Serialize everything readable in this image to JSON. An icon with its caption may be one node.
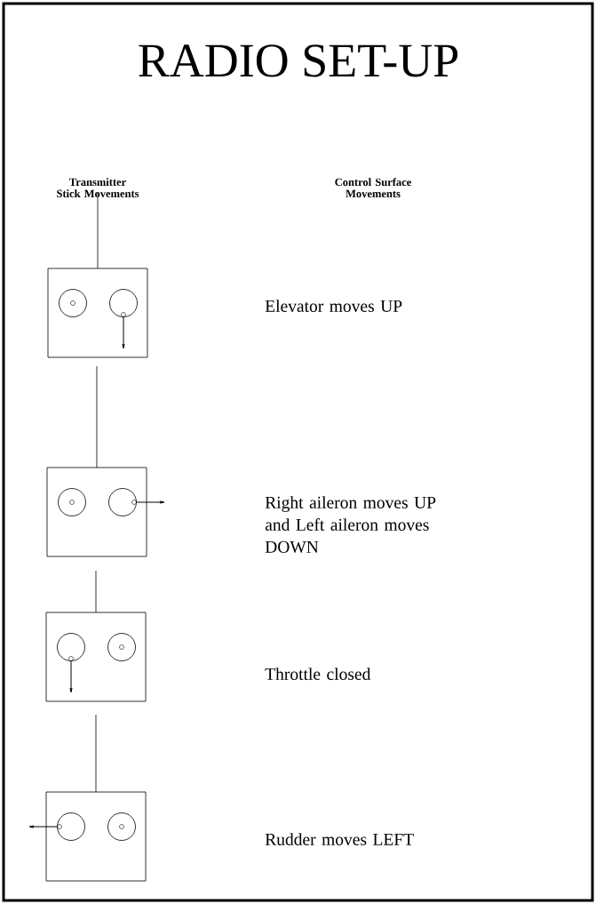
{
  "diagram": {
    "title": "RADIO SET-UP",
    "labels": [
      "Transmitter Stick Movements",
      "Control Surface Movements",
      "Elevator moves UP",
      "Right aileron moves UP and Left aileron moves DOWN",
      "Throttle closed",
      "Rudder moves LEFT"
    ]
  }
}
